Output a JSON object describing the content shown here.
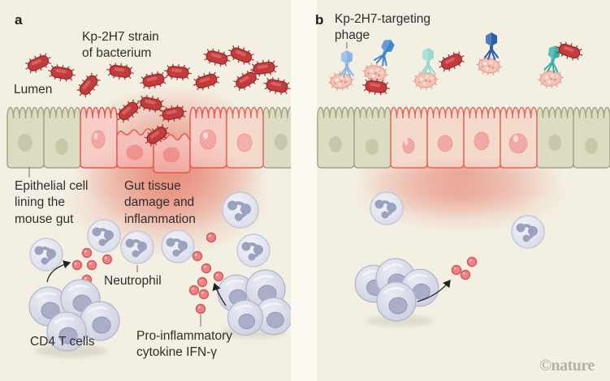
{
  "panel_a": {
    "label": "a",
    "bacteria_caption": "Kp-2H7 strain\nof bacterium",
    "lumen_caption": "Lumen",
    "epithelial_caption": "Epithelial cell\nlining the\nmouse gut",
    "damage_caption": "Gut tissue\ndamage and\ninflammation",
    "neutrophil_caption": "Neutrophil",
    "cd4_caption": "CD4 T cells",
    "cytokine_caption": "Pro-inflammatory\ncytokine IFN-γ"
  },
  "panel_b": {
    "label": "b",
    "phage_caption": "Kp-2H7-targeting\nphage"
  },
  "watermark": "©nature",
  "colors": {
    "background": "#f3f0e3",
    "panel_divider": "#fbf9f0",
    "bacterium_red": "#c33b3c",
    "bacterium_outline": "#92282a",
    "inflammation_blush": "#e4604f",
    "healthy_epithelial_cell": "#dddcc3",
    "healthy_cell_outline": "#a2a283",
    "damaged_epithelial_cell": "#f7cdc5",
    "damaged_cell_outline": "#e4564d",
    "recovering_epithelial_cell": "#f4dacb",
    "neutrophil_body": "#e6e7f0",
    "neutrophil_nucleus": "#9aa2be",
    "t_cell_body": "#d8dae8",
    "t_cell_nucleus": "#a9afc9",
    "cytokine_dot": "#ee8181",
    "phage_light_blue": "#8ab6e4",
    "phage_blue": "#4187cd",
    "phage_pale_teal": "#9ad8d2",
    "phage_dark_blue": "#2a5fb0",
    "phage_teal": "#39b0a8",
    "lysed_bacterium_pink": "#f5c3b6",
    "text": "#2d2d2d",
    "watermark_gray": "#b3b1aa"
  }
}
